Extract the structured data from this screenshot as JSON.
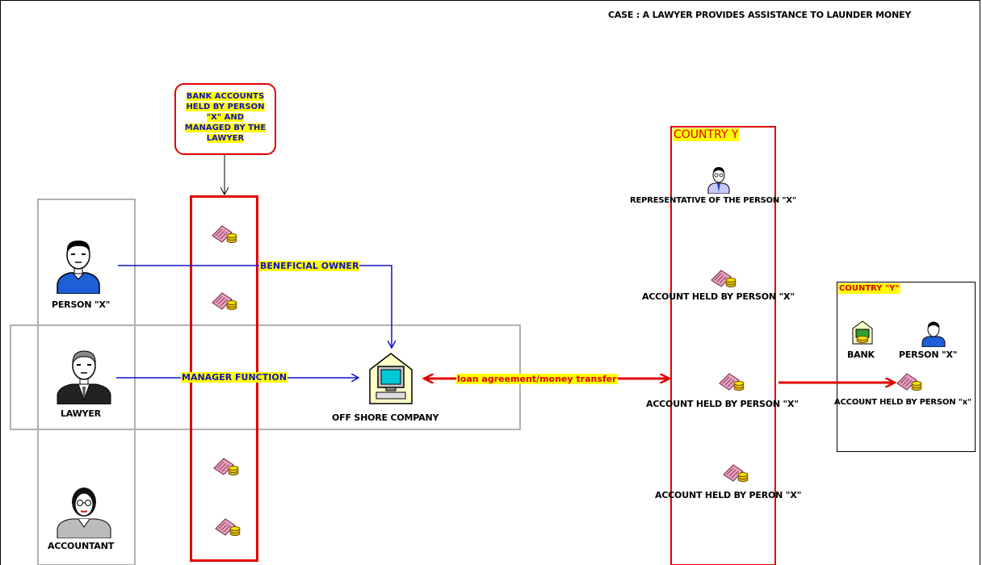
{
  "case_title": "CASE : A LAWYER PROVIDES ASSISTANCE TO LAUNDER MONEY",
  "callout": {
    "lines": [
      "BANK ACCOUNTS",
      "HELD BY PERSON",
      "\"X\" AND",
      "MANAGED BY THE",
      "LAWYER"
    ]
  },
  "actors": {
    "person_x": "PERSON \"X\"",
    "lawyer": "LAWYER",
    "accountant": "ACCOUNTANT",
    "offshore": "OFF SHORE COMPANY"
  },
  "relations": {
    "beneficial_owner": "BENEFICIAL OWNER",
    "manager_function": "MANAGER FUNCTION",
    "loan": "loan agreement/money transfer"
  },
  "country_y": {
    "title": "COUNTRY Y",
    "representative": "REPRESENTATIVE OF THE PERSON \"X\"",
    "account_1": "ACCOUNT HELD BY PERSON \"X\"",
    "account_2": "ACCOUNT HELD BY PERSON \"X\"",
    "account_3": "ACCOUNT HELD BY PERON \"X\""
  },
  "country_y2": {
    "title": "COUNTRY \"Y\"",
    "bank": "BANK",
    "person": "PERSON \"X\"",
    "account": "ACCOUNT HELD BY PERSON \"x\""
  },
  "colors": {
    "red": "#e00000",
    "blue": "#1010c0",
    "highlight": "#ffff00",
    "grey_box": "#b0b0b0"
  },
  "icons": [
    "person-icon",
    "lawyer-icon",
    "accountant-icon",
    "computer-icon",
    "bank-account-icon",
    "bank-icon",
    "representative-icon"
  ]
}
